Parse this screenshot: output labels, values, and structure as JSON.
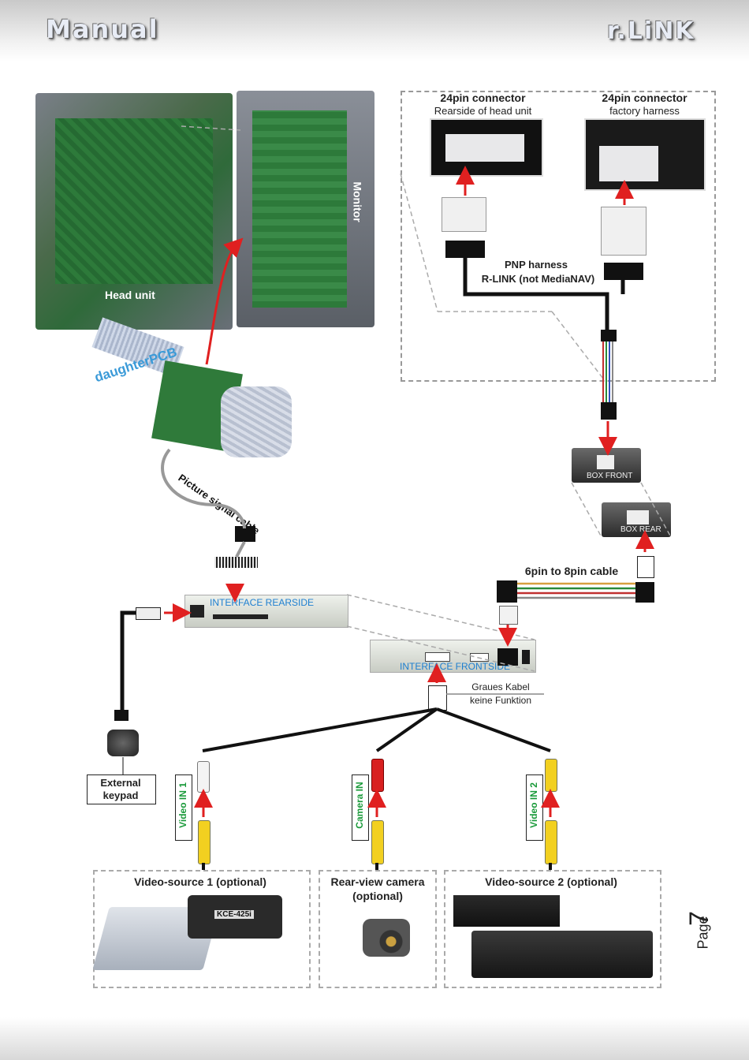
{
  "header": {
    "left_title": "Manual",
    "right_title": "r.LiNK"
  },
  "labels": {
    "head_unit": "Head unit",
    "monitor": "Monitor",
    "daughter_pcb": "daughterPCB",
    "picture_signal_cable": "Picture signal  cable",
    "conn1_title": "24pin connector",
    "conn1_sub": "Rearside of head unit",
    "conn2_title": "24pin connector",
    "conn2_sub": "factory harness",
    "pnp_line1": "PNP harness",
    "pnp_line2": "R-LINK (not MediaNAV)",
    "box_front": "BOX FRONT",
    "box_rear": "BOX REAR",
    "cable_6to8": "6pin to 8pin cable",
    "interface_rear": "INTERFACE   REARSIDE",
    "interface_front": "INTERFACE  FRONTSIDE",
    "grey_cable_1": "Graues Kabel",
    "grey_cable_2": "keine Funktion",
    "keypad_1": "External",
    "keypad_2": "keypad",
    "video_in_1": "Video IN 1",
    "camera_in": "Camera IN",
    "video_in_2": "Video IN 2",
    "src1": "Video-source 1 (optional)",
    "cam_1": "Rear-view camera",
    "cam_2": "(optional)",
    "src2": "Video-source 2 (optional)",
    "kce": "KCE-425i",
    "page_word": "Page",
    "page_num": "7"
  },
  "colors": {
    "arrow": "#e02020",
    "green_text": "#1a9a3a",
    "blue_text": "#1e7fd0",
    "cable": "#111111"
  }
}
